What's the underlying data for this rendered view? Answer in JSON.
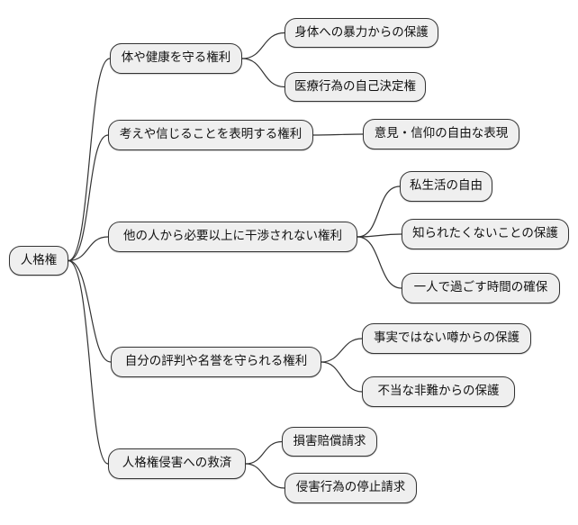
{
  "diagram": {
    "type": "mindmap",
    "root": {
      "label": "人格権"
    },
    "branches": [
      {
        "label": "体や健康を守る権利",
        "children": [
          {
            "label": "身体への暴力からの保護"
          },
          {
            "label": "医療行為の自己決定権"
          }
        ]
      },
      {
        "label": "考えや信じることを表明する権利",
        "children": [
          {
            "label": "意見・信仰の自由な表現"
          }
        ]
      },
      {
        "label": "他の人から必要以上に干渉されない権利",
        "children": [
          {
            "label": "私生活の自由"
          },
          {
            "label": "知られたくないことの保護"
          },
          {
            "label": "一人で過ごす時間の確保"
          }
        ]
      },
      {
        "label": "自分の評判や名誉を守られる権利",
        "children": [
          {
            "label": "事実ではない噂からの保護"
          },
          {
            "label": "不当な非難からの保護"
          }
        ]
      },
      {
        "label": "人格権侵害への救済",
        "children": [
          {
            "label": "損害賠償請求"
          },
          {
            "label": "侵害行為の停止請求"
          }
        ]
      }
    ]
  },
  "colors": {
    "background": "#ffffff",
    "node_fill": "#efefef",
    "node_border": "#333333",
    "edge": "#333333",
    "text": "#111111"
  }
}
